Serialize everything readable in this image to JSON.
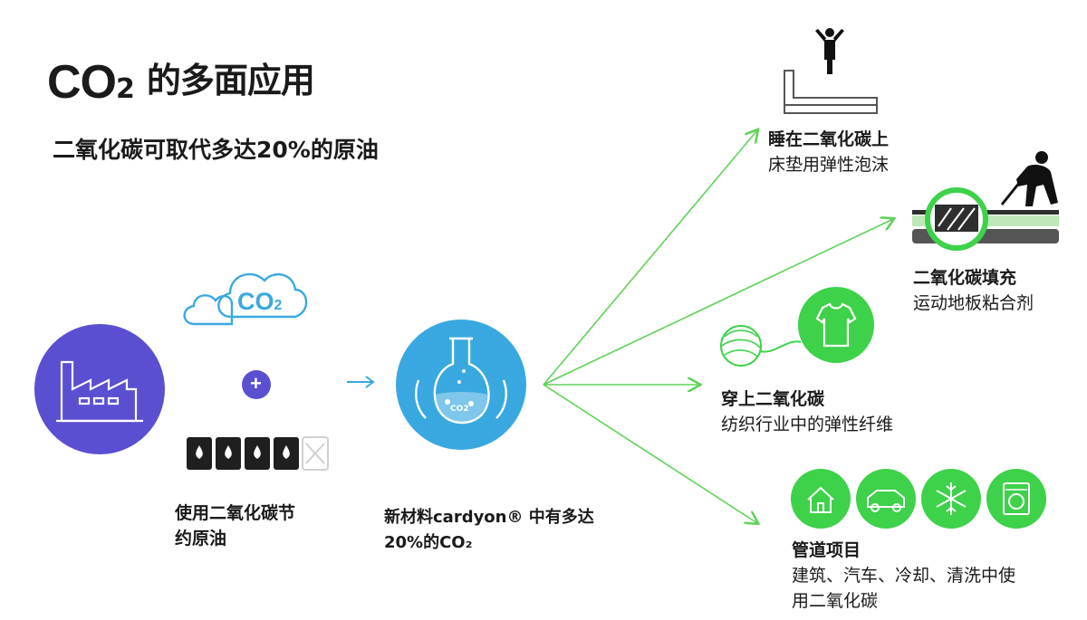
{
  "title": {
    "co2_main": "CO",
    "co2_sub": "2",
    "rest": "的多面应用"
  },
  "subtitle": "二氧化碳可取代多达20%的原油",
  "left": {
    "cloud_text": "CO",
    "cloud_sub": "2",
    "plus": "+",
    "label_line1": "使用二氧化碳节",
    "label_line2": "约原油"
  },
  "center": {
    "flask_text": "CO2",
    "label_line1": "新材料cardyon® 中有多达",
    "label_line2": "20%的CO₂"
  },
  "outputs": [
    {
      "title": "睡在二氧化碳上",
      "desc": "床垫用弹性泡沫"
    },
    {
      "title": "二氧化碳填充",
      "desc": "运动地板粘合剂"
    },
    {
      "title": "穿上二氧化碳",
      "desc": "纺织行业中的弹性纤维"
    },
    {
      "title": "管道项目",
      "desc": "建筑、汽车、冷却、清洗中使",
      "desc2": "用二氧化碳"
    }
  ],
  "colors": {
    "purple": "#5b4fd1",
    "blue": "#3aa8e0",
    "green": "#3ed14a",
    "arrow_green": "#5fd25a",
    "dark": "#1a1a1a"
  },
  "icons": [
    "factory-icon",
    "cloud-icon",
    "plus-icon",
    "oil-barrel-icon",
    "flask-icon",
    "bed-icon",
    "person-icon",
    "sports-floor-icon",
    "hockey-player-icon",
    "yarn-icon",
    "shirt-icon",
    "house-icon",
    "car-icon",
    "snowflake-icon",
    "washing-machine-icon"
  ]
}
